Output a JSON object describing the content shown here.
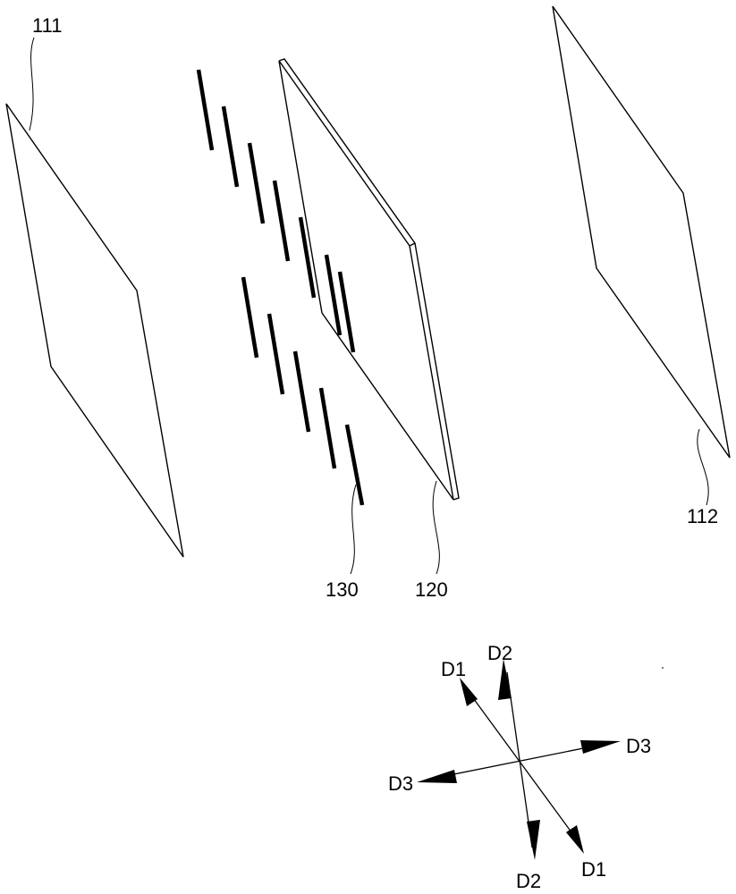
{
  "labels": {
    "plate_left": "111",
    "plate_right": "112",
    "panel_middle": "120",
    "strips": "130"
  },
  "directions": {
    "d1_upper": "D1",
    "d1_lower": "D1",
    "d2_upper": "D2",
    "d2_lower": "D2",
    "d3_left": "D3",
    "d3_right": "D3"
  }
}
